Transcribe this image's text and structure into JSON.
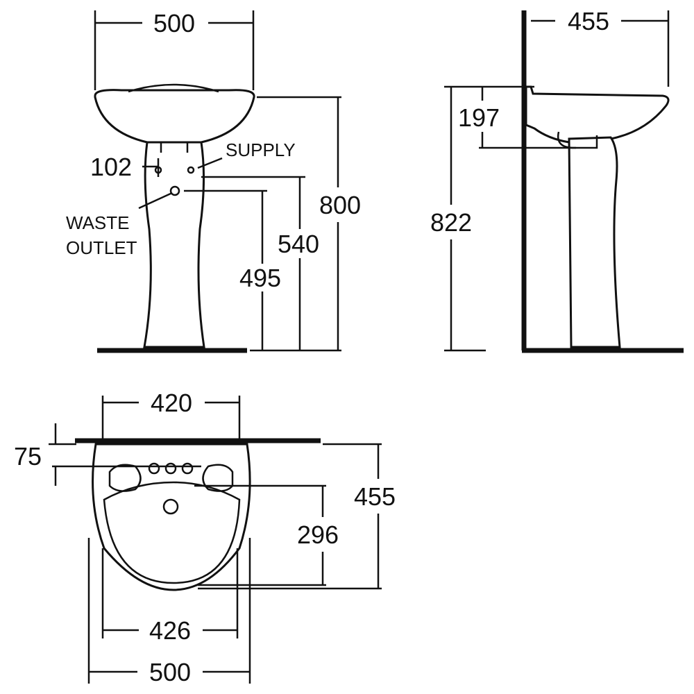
{
  "front_view": {
    "width": "500",
    "height_total": "800",
    "supply_height": "540",
    "waste_height": "495",
    "supply_spacing": "102",
    "supply_label": "SUPPLY",
    "waste_label_1": "WASTE",
    "waste_label_2": "OUTLET"
  },
  "side_view": {
    "depth": "455",
    "bowl_depth": "197",
    "height_total": "822"
  },
  "plan_view": {
    "inner_width": "420",
    "tap_offset": "75",
    "depth": "455",
    "bowl_depth": "296",
    "pedestal_width": "426",
    "width": "500"
  }
}
